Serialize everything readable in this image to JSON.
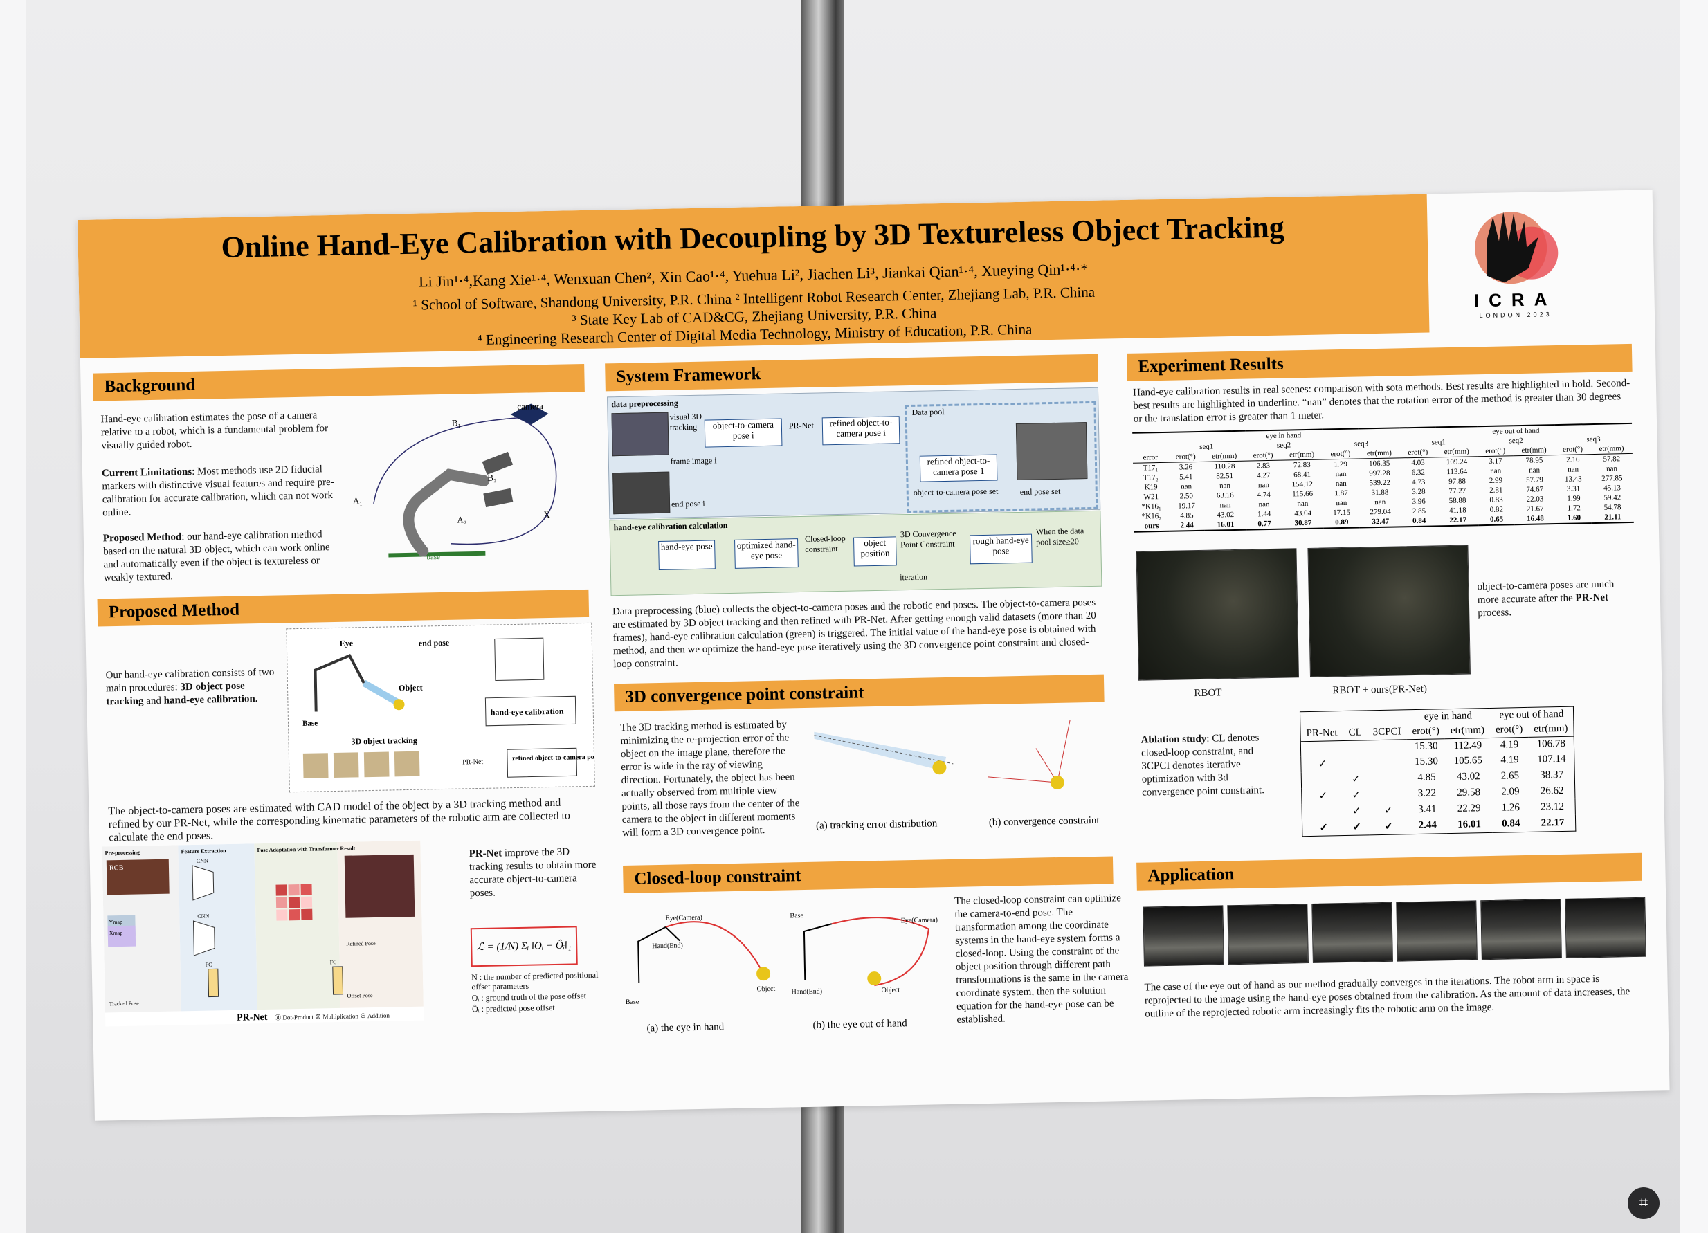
{
  "poster": {
    "title": "Online Hand-Eye Calibration with Decoupling by 3D Textureless Object Tracking",
    "authors": "Li Jin¹·⁴,Kang Xie¹·⁴, Wenxuan Chen², Xin Cao¹·⁴, Yuehua Li², Jiachen Li³, Jiankai Qian¹·⁴, Xueying Qin¹·⁴·*",
    "affil1": "¹ School of Software, Shandong University, P.R. China  ² Intelligent Robot Research Center, Zhejiang Lab, P.R. China",
    "affil2": "³ State Key Lab of CAD&CG, Zhejiang University, P.R. China",
    "affil3": "⁴ Engineering Research Center of Digital Media Technology, Ministry of Education, P.R. China",
    "logo_text": "ICRA",
    "logo_sub": "LONDON 2023"
  },
  "background": {
    "heading": "Background",
    "p1": "Hand-eye calibration estimates the pose of a camera relative to a robot, which is a fundamental problem for visually guided robot.",
    "p2_label": "Current Limitations",
    "p2": ": Most methods use 2D fiducial markers with distinctive visual features and require pre-calibration for accurate calibration, which can not work online.",
    "p3_label": "Proposed Method",
    "p3": ": our hand-eye calibration method based on the natural 3D object, which can work online and automatically even if the object is textureless or weakly textured.",
    "fig": {
      "camera": "camera",
      "b1": "B₁",
      "b2": "B₂",
      "a1": "A₁",
      "a2": "A₂",
      "x": "X",
      "base": "base"
    }
  },
  "proposed": {
    "heading": "Proposed Method",
    "p1a": "Our hand-eye calibration consists of two main procedures: ",
    "p1b": "3D object pose tracking",
    "p1c": " and ",
    "p1d": "hand-eye calibration.",
    "fig": {
      "eye": "Eye",
      "end_pose": "end pose",
      "object": "Object",
      "base": "Base",
      "tracking": "3D object tracking",
      "prnet": "PR-Net",
      "hec": "hand-eye calibration",
      "refined": "refined object-to-camera pose"
    },
    "p2": "The object-to-camera poses are estimated with CAD model of the object by a 3D tracking method and refined by our PR-Net, while the corresponding kinematic parameters of the robotic arm are collected to calculate the end poses.",
    "net": {
      "pre": "Pre-processing",
      "feat": "Feature Extraction",
      "pose_adapt": "Pose Adaptation with Transformer",
      "result": "Result",
      "rgb": "RGB",
      "ymap": "Ymap",
      "xmap": "Xmap",
      "cnn1": "CNN",
      "cnn2": "CNN",
      "fc1": "FC",
      "fc2": "FC",
      "tracked": "Tracked Pose",
      "refined": "Refined Pose",
      "offset": "Offset Pose",
      "name": "PR-Net",
      "legend": "ⓓ Dot-Product  ⊗ Multiplication  ⊕ Addition"
    },
    "pr_text_b": "PR-Net",
    "pr_text": " improve the 3D tracking results to obtain more accurate object-to-camera poses.",
    "formula": "ℒ = (1/N) Σᵢ ‖Oᵢ − Ôᵢ‖₁",
    "legend1": "N : the number of predicted positional offset parameters",
    "legend2": "Oᵢ : ground truth of the pose offset",
    "legend3": "Ôᵢ : predicted pose offset"
  },
  "framework": {
    "heading": "System Framework",
    "dp": "data preprocessing",
    "tracking": "visual 3D tracking",
    "o2c": "object-to-camera pose i",
    "prnet": "PR-Net",
    "refined": "refined object-to-camera pose i",
    "pool": "Data pool",
    "refined1": "refined object-to-camera pose 1",
    "poseset": "object-to-camera pose set",
    "endset": "end pose set",
    "frame": "frame image i",
    "endpose": "end pose i",
    "hec": "hand-eye calibration calculation",
    "he_pose": "hand-eye pose",
    "optimized": "optimized hand-eye pose",
    "cl": "Closed-loop constraint",
    "objpos": "object position",
    "cpc": "3D Convergence Point Constraint",
    "rough": "rough hand-eye pose",
    "iteration": "iteration",
    "when": "When the data pool size≥20",
    "desc": "Data preprocessing (blue) collects the object-to-camera poses and the robotic end poses. The object-to-camera poses are estimated by 3D object tracking and then refined with PR-Net. After getting enough valid datasets (more than 20 frames), hand-eye calibration calculation (green) is triggered. The initial value of the hand-eye pose is obtained with method, and then we optimize the hand-eye pose iteratively using the 3D convergence point constraint and closed-loop constraint."
  },
  "convergence": {
    "heading": "3D convergence point constraint",
    "text": "The 3D tracking method is estimated by minimizing the re-projection error of the object on the image plane, therefore the error is wide in the ray of viewing direction. Fortunately, the object has been actually observed from multiple view points, all those rays from the center of the camera to the object in different moments will form a 3D convergence point.",
    "cap_a": "(a) tracking error distribution",
    "cap_b": "(b) convergence constraint"
  },
  "closedloop": {
    "heading": "Closed-loop constraint",
    "text": "The closed-loop constraint can optimize the camera-to-end pose. The transformation among the coordinate systems in the hand-eye system forms a closed-loop. Using the constraint of the object position through different path transformations is the same in the camera coordinate system, then the solution equation for the hand-eye pose can be established.",
    "cap_a": "(a) the eye in hand",
    "cap_b": "(b) the eye out of hand",
    "eye": "Eye(Camera)",
    "hand": "Hand(End)",
    "object": "Object",
    "base": "Base"
  },
  "experiment": {
    "heading": "Experiment Results",
    "caption": "Hand-eye calibration results in real scenes: comparison with sota methods. Best results are highlighted in bold. Second-best results are highlighted in underline. “nan” denotes that the rotation error of the method is greater than 30 degrees or the translation error is greater than 1 meter.",
    "group_in": "eye in hand",
    "group_out": "eye out of hand",
    "seqs": [
      "seq1",
      "seq2",
      "seq3",
      "seq1",
      "seq2",
      "seq3"
    ],
    "row_header": "error",
    "col_header": [
      "erot(°)",
      "etr(mm)"
    ],
    "rows": [
      [
        "T17₁",
        "3.26",
        "110.28",
        "2.83",
        "72.83",
        "1.29",
        "106.35",
        "4.03",
        "109.24",
        "3.17",
        "78.95",
        "2.16",
        "57.82"
      ],
      [
        "T17₂",
        "5.41",
        "82.51",
        "4.27",
        "68.41",
        "nan",
        "997.28",
        "6.32",
        "113.64",
        "nan",
        "nan",
        "nan",
        "nan"
      ],
      [
        "K19",
        "nan",
        "nan",
        "nan",
        "154.12",
        "nan",
        "539.22",
        "4.73",
        "97.88",
        "2.99",
        "57.79",
        "13.43",
        "277.85"
      ],
      [
        "W21",
        "2.50",
        "63.16",
        "4.74",
        "115.66",
        "1.87",
        "31.88",
        "3.28",
        "77.27",
        "2.81",
        "74.67",
        "3.31",
        "45.13"
      ],
      [
        "*K16₁",
        "19.17",
        "nan",
        "nan",
        "nan",
        "nan",
        "nan",
        "3.96",
        "58.88",
        "0.83",
        "22.03",
        "1.99",
        "59.42"
      ],
      [
        "*K16₂",
        "4.85",
        "43.02",
        "1.44",
        "43.04",
        "17.15",
        "279.04",
        "2.85",
        "41.18",
        "0.82",
        "21.67",
        "1.72",
        "54.78"
      ],
      [
        "ours",
        "2.44",
        "16.01",
        "0.77",
        "30.87",
        "0.89",
        "32.47",
        "0.84",
        "22.17",
        "0.65",
        "16.48",
        "1.60",
        "21.11"
      ]
    ],
    "photo1": "RBOT",
    "photo2": "RBOT + ours(PR-Net)",
    "photo_note_a": "object-to-camera poses are much more accurate after the ",
    "photo_note_b": "PR-Net",
    "photo_note_c": " process.",
    "ablation_label": "Ablation study",
    "ablation_text": ": CL denotes closed-loop constraint, and 3CPCI denotes iterative optimization with 3d convergence point constraint.",
    "ablation_cols": [
      "PR-Net",
      "CL",
      "3CPCI",
      "erot(°)",
      "etr(mm)",
      "erot(°)",
      "etr(mm)"
    ],
    "ablation_group_in": "eye in hand",
    "ablation_group_out": "eye out of hand",
    "ablation_rows": [
      [
        "",
        "",
        "",
        "15.30",
        "112.49",
        "4.19",
        "106.78"
      ],
      [
        "✓",
        "",
        "",
        "15.30",
        "105.65",
        "4.19",
        "107.14"
      ],
      [
        "",
        "✓",
        "",
        "4.85",
        "43.02",
        "2.65",
        "38.37"
      ],
      [
        "✓",
        "✓",
        "",
        "3.22",
        "29.58",
        "2.09",
        "26.62"
      ],
      [
        "",
        "✓",
        "✓",
        "3.41",
        "22.29",
        "1.26",
        "23.12"
      ],
      [
        "✓",
        "✓",
        "✓",
        "2.44",
        "16.01",
        "0.84",
        "22.17"
      ]
    ]
  },
  "application": {
    "heading": "Application",
    "text": "The case of the eye out of hand as our method gradually converges in the iterations. The robot arm in space is reprojected to the image using the hand-eye poses obtained from the calibration. As the amount of data increases, the outline of the reprojected robotic arm increasingly fits the robotic arm on the image."
  },
  "colors": {
    "orange": "#f0a43f",
    "blue": "#1f4d8c",
    "green": "#e3ecd9"
  },
  "icons": {
    "scan": "scan-text-icon"
  }
}
